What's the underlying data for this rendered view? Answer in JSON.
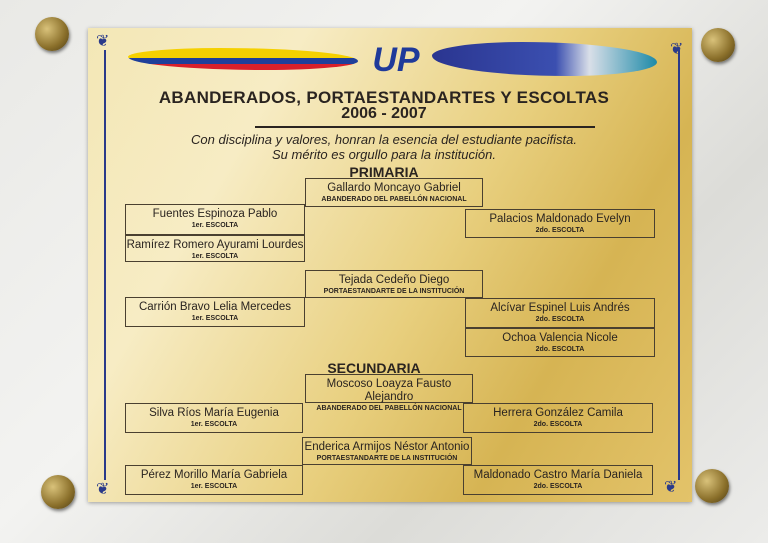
{
  "title": "ABANDERADOS, PORTAESTANDARTES Y ESCOLTAS",
  "years": "2006 - 2007",
  "motto_line1": "Con disciplina y valores, honran la esencia del estudiante pacifista.",
  "motto_line2": "Su mérito es orgullo para la institución.",
  "logo": "UP",
  "colors": {
    "gold": "#e3c36a",
    "navy": "#2a3a8a",
    "text": "#2a2420"
  },
  "primaria": {
    "heading": "PRIMARIA",
    "entries": [
      {
        "name": "Gallardo Moncayo Gabriel",
        "role": "ABANDERADO DEL PABELLÓN NACIONAL"
      },
      {
        "name": "Fuentes Espinoza Pablo",
        "role": "1er. ESCOLTA"
      },
      {
        "name": "Ramírez Romero Ayurami Lourdes",
        "role": "1er. ESCOLTA"
      },
      {
        "name": "Palacios Maldonado Evelyn",
        "role": "2do. ESCOLTA"
      },
      {
        "name": "Tejada Cedeño Diego",
        "role": "PORTAESTANDARTE DE LA INSTITUCIÓN"
      },
      {
        "name": "Carrión Bravo Lelia Mercedes",
        "role": "1er. ESCOLTA"
      },
      {
        "name": "Alcívar Espinel Luis Andrés",
        "role": "2do. ESCOLTA"
      },
      {
        "name": "Ochoa Valencia Nicole",
        "role": "2do. ESCOLTA"
      }
    ]
  },
  "secundaria": {
    "heading": "SECUNDARIA",
    "entries": [
      {
        "name": "Moscoso Loayza Fausto Alejandro",
        "role": "ABANDERADO DEL PABELLÓN NACIONAL"
      },
      {
        "name": "Silva Ríos María Eugenia",
        "role": "1er. ESCOLTA"
      },
      {
        "name": "Herrera González Camila",
        "role": "2do. ESCOLTA"
      },
      {
        "name": "Enderica Armijos Néstor Antonio",
        "role": "PORTAESTANDARTE DE LA INSTITUCIÓN"
      },
      {
        "name": "Pérez Morillo María Gabriela",
        "role": "1er. ESCOLTA"
      },
      {
        "name": "Maldonado Castro María Daniela",
        "role": "2do. ESCOLTA"
      }
    ]
  }
}
